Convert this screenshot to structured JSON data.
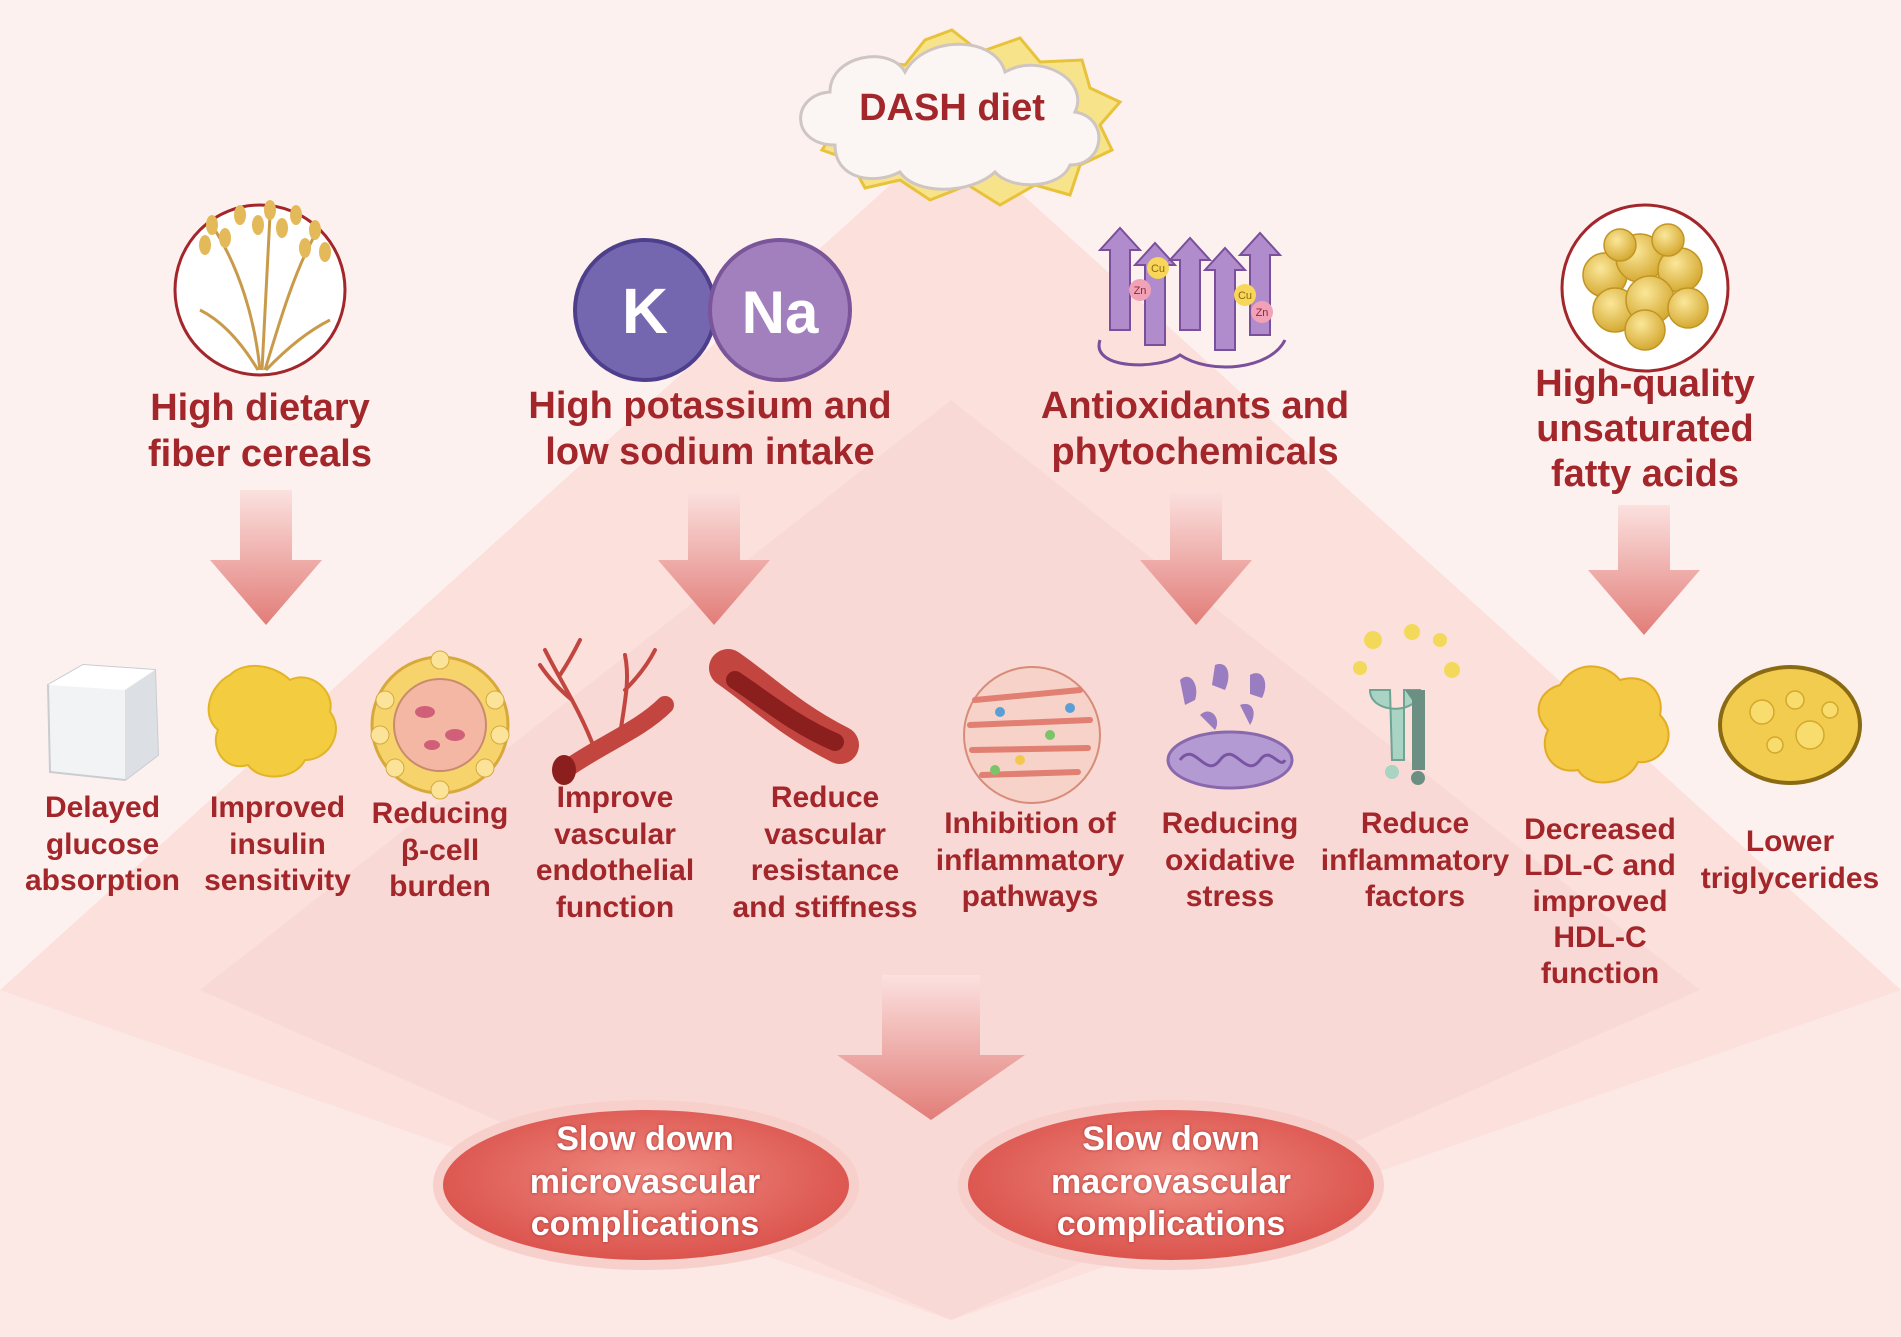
{
  "title": "DASH diet",
  "categories": [
    {
      "line1": "High dietary",
      "line2": "fiber cereals",
      "icon": "rice-plant-icon"
    },
    {
      "line1": "High potassium and",
      "line2": "low sodium intake",
      "icon": "potassium-sodium-icon",
      "k_symbol": "K",
      "na_symbol": "Na"
    },
    {
      "line1": "Antioxidants and",
      "line2": "phytochemicals",
      "icon": "enzyme-protein-icon",
      "metal_cu": "Cu",
      "metal_zn": "Zn"
    },
    {
      "line1": "High-quality",
      "line2": "unsaturated",
      "line3": "fatty acids",
      "icon": "fat-cell-icon"
    }
  ],
  "effects": [
    {
      "lines": [
        "Delayed",
        "glucose",
        "absorption"
      ],
      "icon": "sugar-cube-icon"
    },
    {
      "lines": [
        "Improved",
        "insulin",
        "sensitivity"
      ],
      "icon": "insulin-cluster-icon"
    },
    {
      "lines": [
        "Reducing",
        "β-cell",
        "burden"
      ],
      "icon": "pancreatic-islet-icon"
    },
    {
      "lines": [
        "Improve",
        "vascular",
        "endothelial",
        "function"
      ],
      "icon": "blood-vessel-branch-icon"
    },
    {
      "lines": [
        "Reduce",
        "vascular",
        "resistance",
        "and stiffness"
      ],
      "icon": "artery-icon"
    },
    {
      "lines": [
        "Inhibition of",
        "inflammatory",
        "pathways"
      ],
      "icon": "inflamed-tissue-icon"
    },
    {
      "lines": [
        "Reducing",
        "oxidative",
        "stress"
      ],
      "icon": "mitochondria-icon"
    },
    {
      "lines": [
        "Reduce",
        "inflammatory",
        "factors"
      ],
      "icon": "cytokine-receptor-icon"
    },
    {
      "lines": [
        "Decreased",
        "LDL-C and",
        "improved",
        "HDL-C",
        "function"
      ],
      "icon": "lipoprotein-icon"
    },
    {
      "lines": [
        "Lower",
        "triglycerides"
      ],
      "icon": "lipid-droplet-icon"
    }
  ],
  "outcomes": [
    {
      "lines": [
        "Slow down",
        "microvascular",
        "complications"
      ]
    },
    {
      "lines": [
        "Slow down",
        "macrovascular",
        "complications"
      ]
    }
  ],
  "colors": {
    "text": "#a3262b",
    "arrow": "#e8908c",
    "ellipse": "#d9534f",
    "background": "#fdf1ef"
  }
}
